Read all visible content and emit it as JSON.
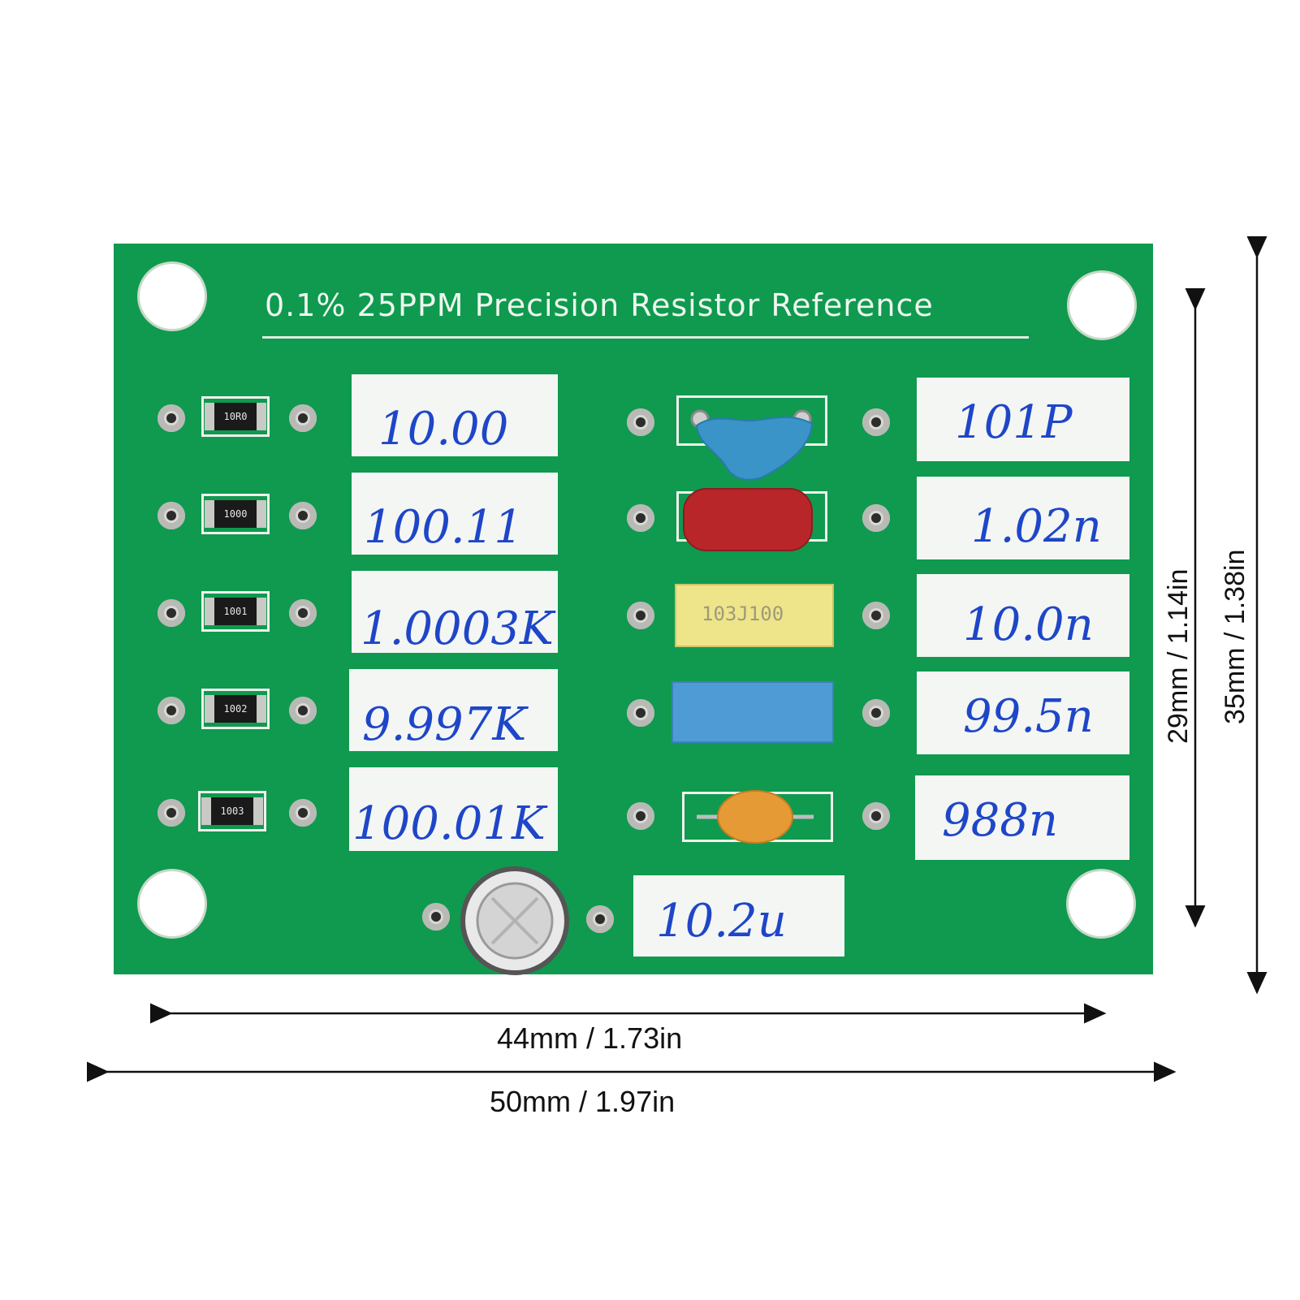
{
  "board": {
    "title": "0.1% 25PPM Precision Resistor Reference",
    "resistor_codes": [
      "10R0",
      "1000",
      "1001",
      "1002",
      "1003"
    ],
    "resistor_values": [
      "10.00",
      "100.11",
      "1.0003K",
      "9.997K",
      "100.01K"
    ],
    "capacitor_marking": "103J100",
    "capacitor_values": [
      "101P",
      "1.02n",
      "10.0n",
      "99.5n",
      "988n"
    ],
    "electrolytic_value": "10.2u"
  },
  "dimensions": {
    "inner_width": "44mm / 1.73in",
    "outer_width": "50mm / 1.97in",
    "inner_height": "29mm / 1.14in",
    "outer_height": "35mm / 1.38in"
  },
  "colors": {
    "pcb_green": "#0f9a4f",
    "marker_blue": "#1e46c8"
  }
}
